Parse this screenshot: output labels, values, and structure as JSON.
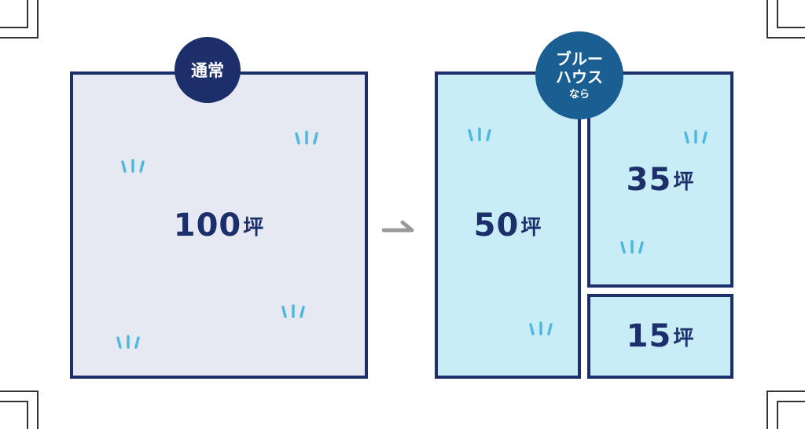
{
  "colors": {
    "navy": "#1c2f6b",
    "badge_blue": "#1b5f92",
    "lot_gray": "#e6e8f2",
    "lot_blue": "#c8edf6",
    "grass": "#4fb8de",
    "arrow": "#9a9a9a",
    "corner_mark": "#333333"
  },
  "normal": {
    "badge": "通常",
    "lot": {
      "number": "100",
      "unit": "坪"
    }
  },
  "bluehouse": {
    "badge": {
      "line1": "ブルー",
      "line2": "ハウス",
      "line3": "なら"
    },
    "lots": [
      {
        "number": "50",
        "unit": "坪"
      },
      {
        "number": "35",
        "unit": "坪"
      },
      {
        "number": "15",
        "unit": "坪"
      }
    ]
  },
  "icons": {
    "arrow": "arrow-right-icon",
    "grass": "grass-tuft-icon",
    "corner": "crop-mark-icon"
  }
}
